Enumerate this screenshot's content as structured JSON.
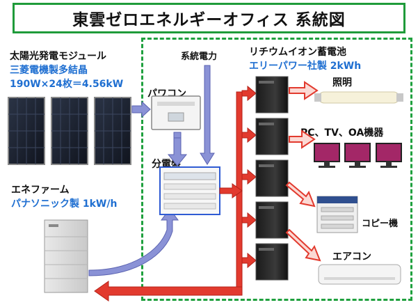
{
  "title": "東雲ゼロエネルギーオフィス 系統図",
  "solar": {
    "heading": "太陽光発電モジュール",
    "maker": "三菱電機製多結晶",
    "spec": "190W×24枚＝4.56kW"
  },
  "enefarm": {
    "heading": "エネファーム",
    "maker": "パナソニック製 1kW/h"
  },
  "grid_power_label": "系統電力",
  "powercon_label": "パワコン",
  "distribution_label": "分電盤",
  "battery": {
    "heading": "リチウムイオン蓄電池",
    "maker": "エリーパワー社製 2kWh"
  },
  "loads": {
    "lighting": "照明",
    "pc": "PC、TV、OA機器",
    "copier": "コピー機",
    "aircon": "エアコン"
  },
  "colors": {
    "frame_green": "#1f9b3a",
    "ac_red": "#e23a2e",
    "dc_blue": "#8a92d6",
    "text_blue": "#1f6fd1"
  }
}
